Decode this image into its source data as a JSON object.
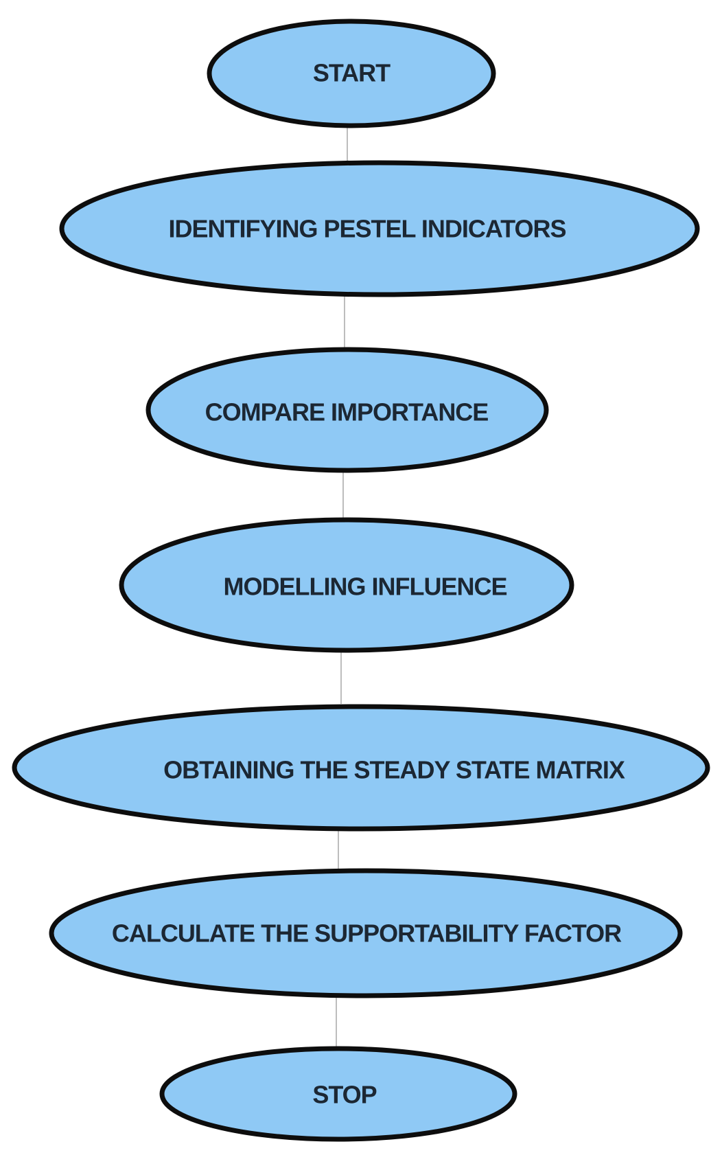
{
  "flowchart": {
    "node_fill": "#8fc9f5",
    "node_stroke": "#0d0d0d",
    "connector_color": "#bdbdbd",
    "text_color": "#1c2733",
    "steps": [
      {
        "label": "START"
      },
      {
        "label": "IDENTIFYING PESTEL INDICATORS"
      },
      {
        "label": "COMPARE IMPORTANCE"
      },
      {
        "label": "MODELLING INFLUENCE"
      },
      {
        "label": "OBTAINING THE STEADY STATE MATRIX"
      },
      {
        "label": "CALCULATE THE SUPPORTABILITY FACTOR"
      },
      {
        "label": "STOP"
      }
    ]
  }
}
